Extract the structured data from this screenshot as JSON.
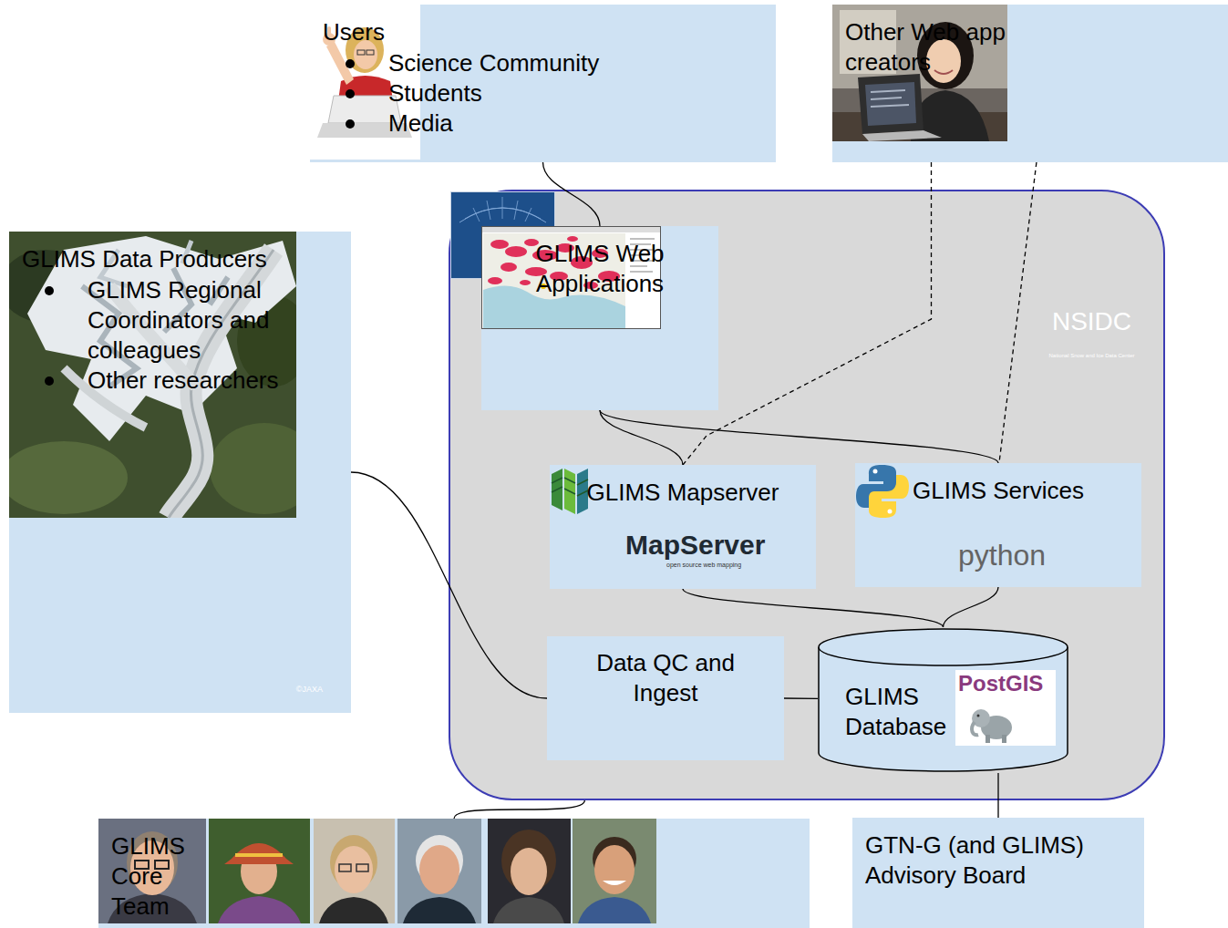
{
  "diagram": {
    "nodes": [
      {
        "text": [
          "Users",
          "Science Community",
          "Students",
          "Media"
        ]
      },
      {
        "text": [
          "Other Web app creators"
        ]
      },
      {
        "text": [
          "GLIMS Data Producers",
          "GLIMS Regional Coordinators and colleagues",
          "Other researchers"
        ]
      },
      {
        "text": [
          "NSIDC",
          "National Snow and Ice Data Center"
        ]
      },
      {
        "text": [
          "GLIMS Web Applications"
        ],
        "in": 3
      },
      {
        "text": [
          "GLIMS Mapserver",
          "MapServer",
          "open source web mapping"
        ],
        "in": 3
      },
      {
        "text": [
          "GLIMS Services",
          "python"
        ],
        "in": 3
      },
      {
        "text": [
          "Data QC and Ingest"
        ],
        "in": 3
      },
      {
        "text": [
          "GLIMS Database",
          "PostGIS"
        ],
        "in": 3
      },
      {
        "text": [
          "GLIMS Core Team"
        ]
      },
      {
        "text": [
          "GTN-G (and GLIMS) Advisory Board"
        ]
      }
    ],
    "edges": [
      {
        "from": 0,
        "to": 4,
        "arrow": "none"
      },
      {
        "from": 1,
        "to": 5,
        "arrow": "none"
      },
      {
        "from": 1,
        "to": 6,
        "arrow": "none"
      },
      {
        "from": 4,
        "to": 5,
        "arrow": "none"
      },
      {
        "from": 4,
        "to": 6,
        "arrow": "none"
      },
      {
        "from": 2,
        "to": 7,
        "arrow": "none"
      },
      {
        "from": 7,
        "to": 8,
        "arrow": "none"
      },
      {
        "from": 5,
        "to": 8,
        "arrow": "none"
      },
      {
        "from": 6,
        "to": 8,
        "arrow": "none"
      },
      {
        "from": 9,
        "to": 3,
        "arrow": "none"
      },
      {
        "from": 10,
        "to": 8,
        "arrow": "none"
      }
    ],
    "labels": [
      "©JAXA"
    ]
  }
}
